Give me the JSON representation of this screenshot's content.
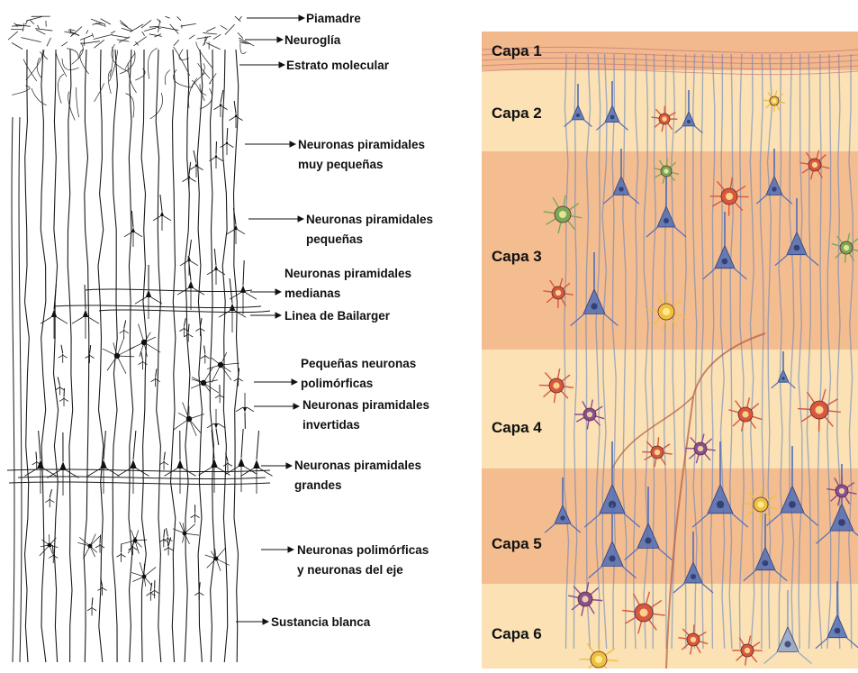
{
  "left_panel": {
    "annotations": [
      {
        "id": "piamadre",
        "lines": [
          "Piamadre"
        ]
      },
      {
        "id": "neuroglia",
        "lines": [
          "Neuroglía"
        ]
      },
      {
        "id": "estrato-molecular",
        "lines": [
          "Estrato molecular"
        ]
      },
      {
        "id": "piramidales-muy-pequenas",
        "lines": [
          "Neuronas piramidales",
          "muy pequeñas"
        ]
      },
      {
        "id": "piramidales-pequenas",
        "lines": [
          "Neuronas piramidales",
          "pequeñas"
        ]
      },
      {
        "id": "piramidales-medianas",
        "lines": [
          "Neuronas piramidales",
          "medianas"
        ]
      },
      {
        "id": "linea-bailarger",
        "lines": [
          "Linea de Bailarger"
        ]
      },
      {
        "id": "pequenas-polimorficas",
        "lines": [
          "Pequeñas neuronas",
          "polimórficas"
        ]
      },
      {
        "id": "piramidales-invertidas",
        "lines": [
          "Neuronas piramidales",
          "invertidas"
        ]
      },
      {
        "id": "piramidales-grandes",
        "lines": [
          "Neuronas piramidales",
          "grandes"
        ]
      },
      {
        "id": "polimorficas-eje",
        "lines": [
          "Neuronas polimórficas",
          "y neuronas del eje"
        ]
      },
      {
        "id": "sustancia-blanca",
        "lines": [
          "Sustancia blanca"
        ]
      }
    ]
  },
  "right_panel": {
    "layers": [
      {
        "label": "Capa 1",
        "color": "#f2b98c"
      },
      {
        "label": "Capa 2",
        "color": "#fbe1b3"
      },
      {
        "label": "Capa 3",
        "color": "#f4bd90"
      },
      {
        "label": "Capa 4",
        "color": "#fbe1b3"
      },
      {
        "label": "Capa 5",
        "color": "#f4bd90"
      },
      {
        "label": "Capa 6",
        "color": "#fbe1b3"
      }
    ],
    "colors": {
      "blue_neuron": "#4f6db8",
      "red_neuron": "#d9573f",
      "purple_neuron": "#8a4c93",
      "yellow_neuron": "#f0c040",
      "green_neuron": "#7aa85a",
      "fiber": "#5c7fc0"
    }
  }
}
